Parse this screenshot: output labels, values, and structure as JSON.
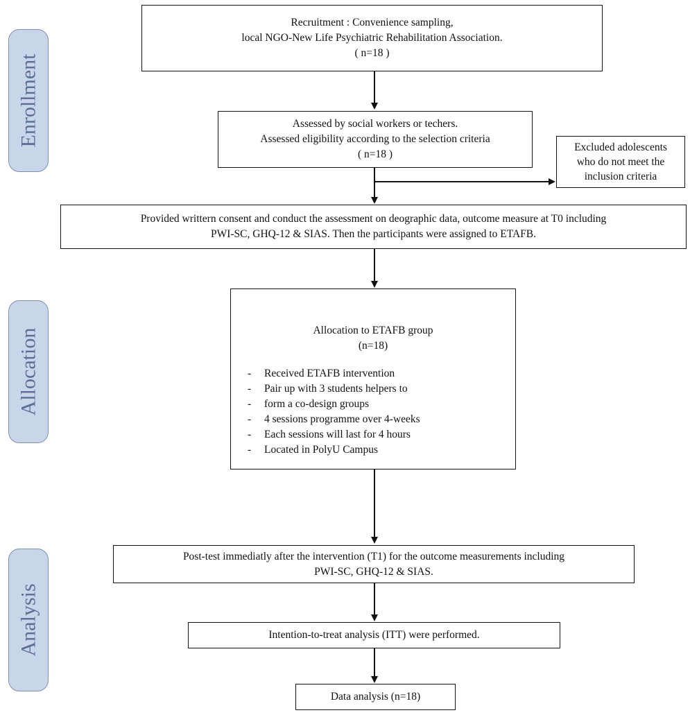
{
  "stages": {
    "enrollment": "Enrollment",
    "allocation": "Allocation",
    "analysis": "Analysis"
  },
  "boxes": {
    "recruitment": {
      "lines": [
        "Recruitment : Convenience sampling,",
        "local NGO-New Life Psychiatric Rehabilitation Association.",
        "( n=18 )"
      ]
    },
    "assessed": {
      "lines": [
        "Assessed by social workers or techers.",
        "Assessed eligibility according to the selection criteria",
        "( n=18 )"
      ]
    },
    "excluded": {
      "lines": [
        "Excluded adolescents",
        "who do not meet the",
        "inclusion criteria"
      ]
    },
    "consent": {
      "lines": [
        "Provided writtern consent and conduct the assessment on deographic data, outcome measure at T0 including",
        "PWI-SC, GHQ-12 & SIAS. Then the participants were assigned to ETAFB."
      ]
    },
    "allocation": {
      "title": "Allocation to ETAFB group",
      "count": "(n=18)",
      "items": [
        "Received ETAFB intervention",
        "Pair up with 3 students helpers to",
        "form a co-design groups",
        "4 sessions programme over 4-weeks",
        "Each sessions will last for 4 hours",
        "Located in PolyU Campus"
      ]
    },
    "posttest": {
      "lines": [
        "Post-test immediatly after the intervention (T1) for the outcome measurements including",
        "PWI-SC, GHQ-12 & SIAS."
      ]
    },
    "itt": {
      "lines": [
        "Intention-to-treat analysis (ITT) were performed."
      ]
    },
    "data_analysis": {
      "lines": [
        "Data analysis (n=18)"
      ]
    }
  }
}
